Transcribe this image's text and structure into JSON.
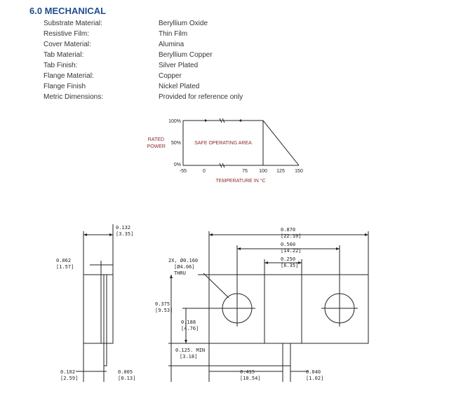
{
  "section": {
    "title": "6.0 MECHANICAL"
  },
  "specs": [
    {
      "label": "Substrate Material:",
      "value": "Beryllium Oxide"
    },
    {
      "label": "Resistive Film:",
      "value": "Thin Film"
    },
    {
      "label": "Cover Material:",
      "value": "Alumina"
    },
    {
      "label": "Tab Material:",
      "value": "Beryllium Copper"
    },
    {
      "label": "Tab Finish:",
      "value": "Silver Plated"
    },
    {
      "label": "Flange Material:",
      "value": "Copper"
    },
    {
      "label": "Flange Finish",
      "value": "Nickel Plated"
    },
    {
      "label": "Metric Dimensions:",
      "value": "Provided for reference only"
    }
  ],
  "derating": {
    "ylabel_1": "RATED",
    "ylabel_2": "POWER",
    "y_ticks": [
      "100%",
      "50%",
      "0%"
    ],
    "x_ticks": [
      "-55",
      "0",
      "75",
      "100",
      "125",
      "150"
    ],
    "xlabel": "TEMPERATURE IN °C",
    "area_label": "SAFE OPERATING AREA"
  },
  "chart_data": {
    "type": "line",
    "x": [
      -55,
      100,
      150
    ],
    "y": [
      100,
      100,
      0
    ],
    "xlabel": "TEMPERATURE IN °C",
    "ylabel": "RATED POWER",
    "annotation": "SAFE OPERATING AREA"
  },
  "drawing": {
    "side_top_width": "0.132",
    "side_top_width_mm": "[3.35]",
    "side_tab_thick": "0.062",
    "side_tab_thick_mm": "[1.57]",
    "side_flange_thick": "0.102",
    "side_flange_thick_mm": "[2.59]",
    "side_tab_gap": "0.005",
    "side_tab_gap_mm": "[0.13]",
    "overall_len": "0.870",
    "overall_len_mm": "[22.10]",
    "hole_spacing": "0.560",
    "hole_spacing_mm": "[14.22]",
    "tab_width": "0.250",
    "tab_width_mm": "[6.35]",
    "hole_note_1": "2X, Ø0.160",
    "hole_note_2": "[Ø4.06]",
    "hole_note_3": "THRU",
    "flange_height": "0.375",
    "flange_height_mm": "[9.53]",
    "hole_center": "0.188",
    "hole_center_mm": "[4.76]",
    "tab_len": "0.125. MIN",
    "tab_len_mm": "[3.18]",
    "tab_offset": "0.415",
    "tab_offset_mm": "[10.54]",
    "tab_thk": "0.040",
    "tab_thk_mm": "[1.02]"
  }
}
